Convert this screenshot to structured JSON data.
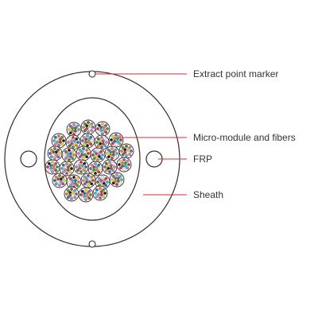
{
  "labels": {
    "extract_marker": "Extract point marker",
    "micro_module": "Micro-module and fibers",
    "frp": "FRP",
    "sheath": "Sheath"
  },
  "colors": {
    "outline": "#3a2a2a",
    "leader_line": "#d9293a",
    "text": "#333333",
    "background": "#ffffff"
  },
  "micro_modules": {
    "count": 28,
    "fibers_per_module": 12,
    "fiber_colors": [
      "#2f6fb8",
      "#e8832a",
      "#3f9a45",
      "#8a5a2b",
      "#8f9aa3",
      "#f4f4f4",
      "#d8343c",
      "#1e1e1e",
      "#e8d43a",
      "#8e5bb5",
      "#e77aa9",
      "#3fb7c9"
    ]
  }
}
